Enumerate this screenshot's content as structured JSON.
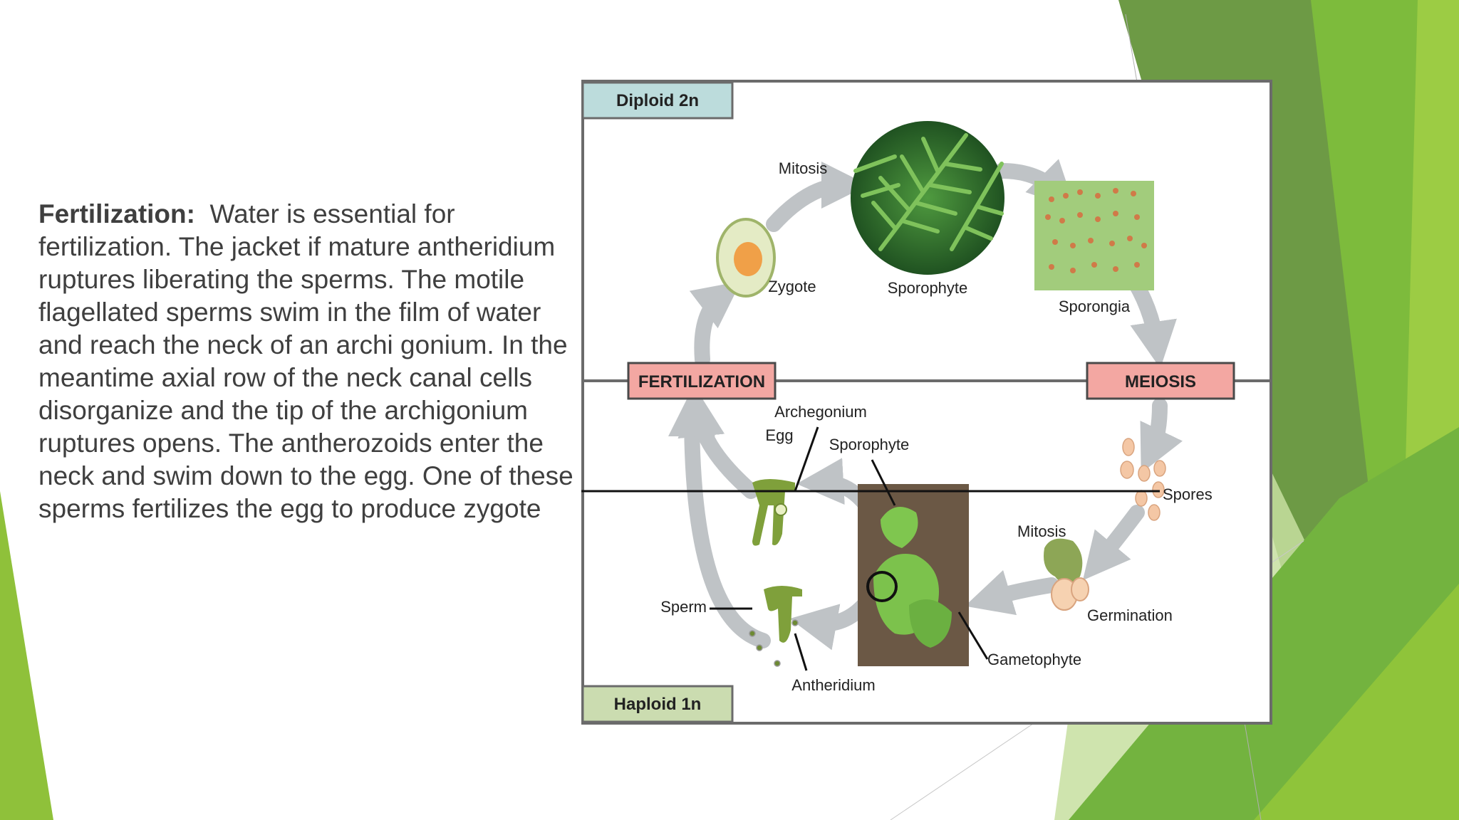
{
  "slide": {
    "heading": "Fertilization:",
    "body": "Water is essential for fertilization. The jacket if mature antheridium ruptures liberating the sperms. The motile flagellated sperms swim in the film of water and reach the neck of an archi gonium. In the meantime axial row of the neck canal cells disorganize and the tip of the archigonium ruptures opens. The antherozoids enter the neck and swim down to the egg. One of these sperms fertilizes the egg to produce zygote"
  },
  "diagram": {
    "diploid_label": "Diploid 2n",
    "haploid_label": "Haploid 1n",
    "fertilization_box": "FERTILIZATION",
    "meiosis_box": "MEIOSIS",
    "labels": {
      "mitosis_top": "Mitosis",
      "zygote": "Zygote",
      "sporophyte_top": "Sporophyte",
      "sporongia": "Sporongia",
      "archegonium": "Archegonium",
      "egg": "Egg",
      "sporophyte_bottom": "Sporophyte",
      "spores": "Spores",
      "mitosis_bottom": "Mitosis",
      "germination": "Germination",
      "sperm": "Sperm",
      "gametophyte": "Gametophyte",
      "antheridium": "Antheridium"
    }
  },
  "colors": {
    "diploid_box": "#bcdcdc",
    "haploid_box": "#cbdcb0",
    "stage_box": "#f3a7a2",
    "accent_green_dark": "#6aa33a",
    "accent_green_light": "#9acd3a",
    "text": "#3f3f3f"
  }
}
